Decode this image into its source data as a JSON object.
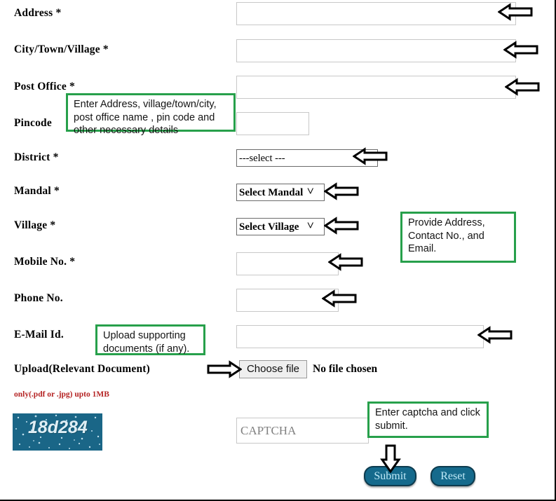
{
  "form": {
    "fields": [
      {
        "label": "Address *",
        "value": "",
        "placeholder": ""
      },
      {
        "label": "City/Town/Village *",
        "value": "",
        "placeholder": ""
      },
      {
        "label": "Post Office *",
        "value": "",
        "placeholder": ""
      },
      {
        "label": "Pincode",
        "value": "",
        "placeholder": ""
      },
      {
        "label": "District *",
        "value": "---select ---"
      },
      {
        "label": "Mandal *",
        "value": "Select Mandal"
      },
      {
        "label": "Village *",
        "value": "Select Village"
      },
      {
        "label": "Mobile No. *",
        "value": "",
        "placeholder": ""
      },
      {
        "label": "Phone No.",
        "value": "",
        "placeholder": ""
      },
      {
        "label": "E-Mail Id.",
        "value": "",
        "placeholder": ""
      },
      {
        "label": "Upload(Relevant Document)"
      }
    ],
    "upload": {
      "button_label": "Choose file",
      "status_text": "No file chosen",
      "restriction_note": "only(.pdf or .jpg) upto 1MB"
    },
    "captcha": {
      "image_text": "18d284",
      "input_placeholder": "CAPTCHA",
      "input_value": ""
    },
    "buttons": {
      "submit_label": "Submit",
      "reset_label": "Reset"
    }
  },
  "callouts": [
    {
      "text": "Enter Address,  village/town/city, post office name , pin code and other necessary details"
    },
    {
      "text": "Provide Address, Contact No., and Email."
    },
    {
      "text": "Upload supporting documents (if any)."
    },
    {
      "text": "Enter captcha and click submit."
    }
  ],
  "colors": {
    "callout_border": "#27a04b",
    "button_fill": "#156a8c",
    "button_text": "#bfe9f7",
    "note_red": "#b52424",
    "captcha_bg": "#1a6687"
  }
}
